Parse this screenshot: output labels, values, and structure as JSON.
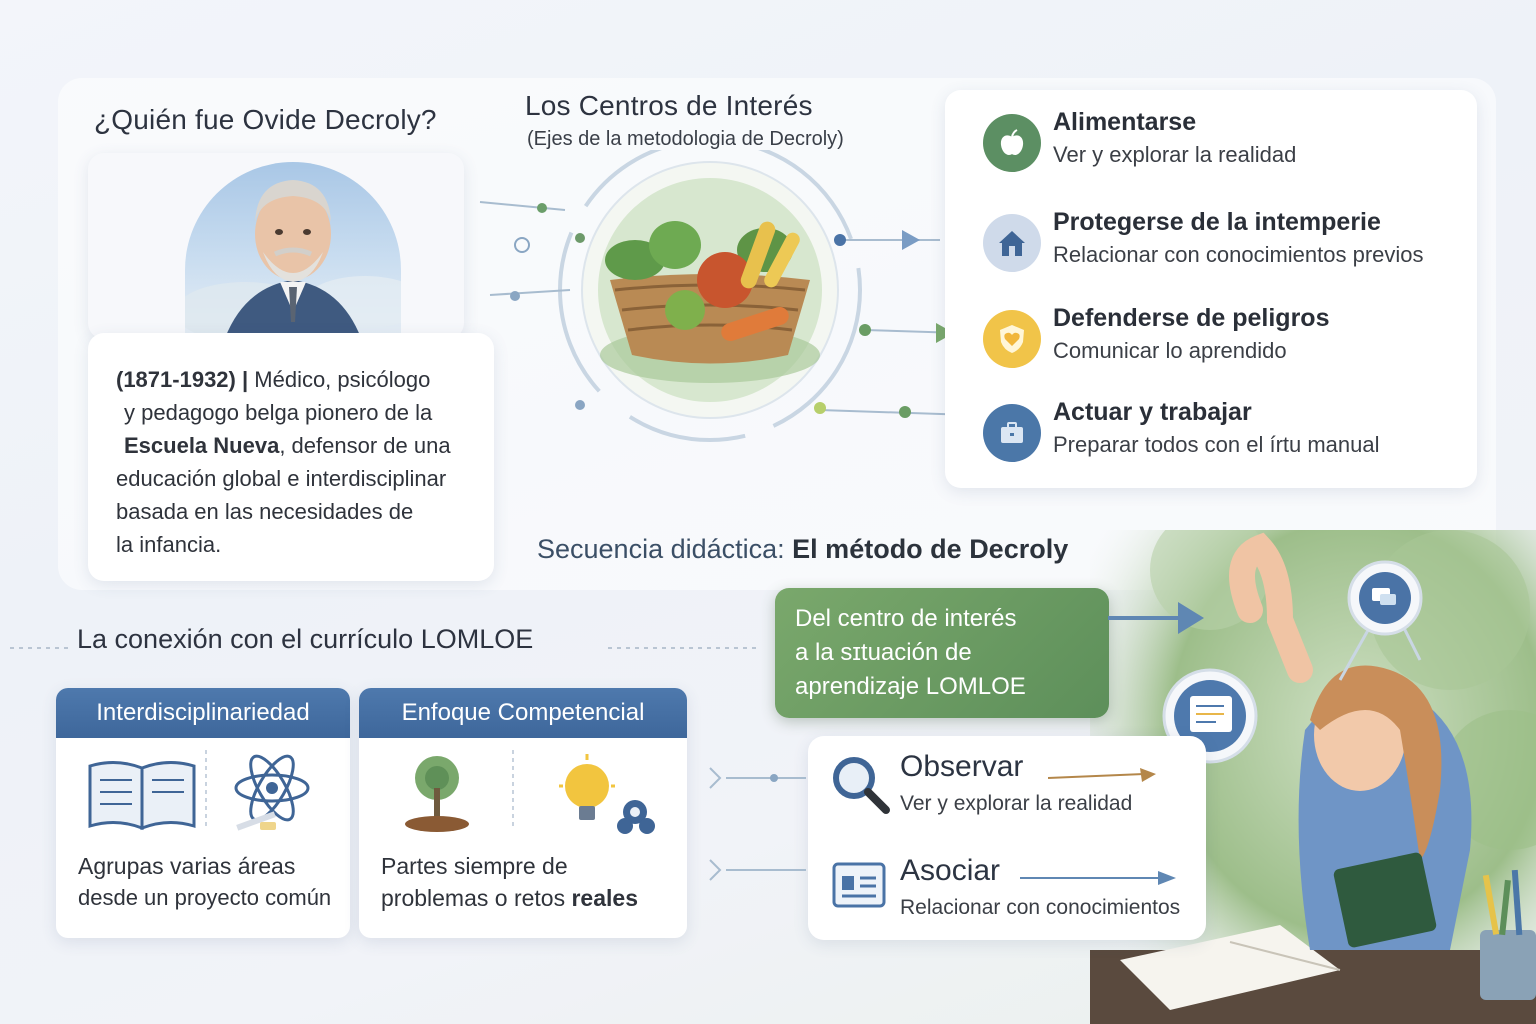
{
  "decroly": {
    "title": "¿Quién fue Ovide Decroly?",
    "bio": {
      "years": "(1871-1932)",
      "line1_rest": "Médico, psicólogo",
      "line2": "y pedagogo belga pionero de la",
      "line3_bold": "Escuela Nueva",
      "line3_rest": ", defensor de una",
      "line4": "educación global e interdisciplinar",
      "line5": "basada en las necesidades de",
      "line6": "la infancia."
    }
  },
  "centros": {
    "title": "Los Centros de Interés",
    "subtitle": "(Ejes de la metodologia de Decroly)",
    "items": [
      {
        "title": "Alimentarse",
        "desc": "Ver y explorar la realidad",
        "icon": "apple-icon",
        "color": "#5c8f63"
      },
      {
        "title": "Protegerse de la intemperie",
        "desc": "Relacionar con conocimientos previos",
        "icon": "house-icon",
        "color": "#4a6f9e"
      },
      {
        "title": "Defenderse de peligros",
        "desc": "Comunicar lo aprendido",
        "icon": "heart-shield-icon",
        "color": "#e9b83a"
      },
      {
        "title": "Actuar y trabajar",
        "desc": "Preparar todos con el írtu manual",
        "icon": "briefcase-icon",
        "color": "#4b77a8"
      }
    ]
  },
  "secuencia": {
    "title_light": "Secuencia didáctica:",
    "title_bold": "El método de Decroly",
    "bubble": [
      "Del centro de interés",
      "a la sɪtuación de",
      "aprendizaje LOMLOE"
    ],
    "steps": [
      {
        "title": "Observar",
        "desc": "Ver y explorar la realidad",
        "icon": "magnifier-icon"
      },
      {
        "title": "Asociar",
        "desc": "Relacionar con conocimientos",
        "icon": "id-card-icon"
      }
    ]
  },
  "lomloe": {
    "title": "La conexión con el currículo LOMLOE",
    "cards": [
      {
        "head": "Interdisciplinariedad",
        "line1": "Agrupas varias áreas",
        "line2": "desde un proyecto común"
      },
      {
        "head": "Enfoque Competencial",
        "line1": "Partes siempre de",
        "line2_pre": "problemas o retos ",
        "line2_bold": "reales"
      }
    ]
  },
  "colors": {
    "accent_blue": "#4a73a6",
    "accent_green": "#6a9d64",
    "text_dark": "#2b2f36"
  }
}
